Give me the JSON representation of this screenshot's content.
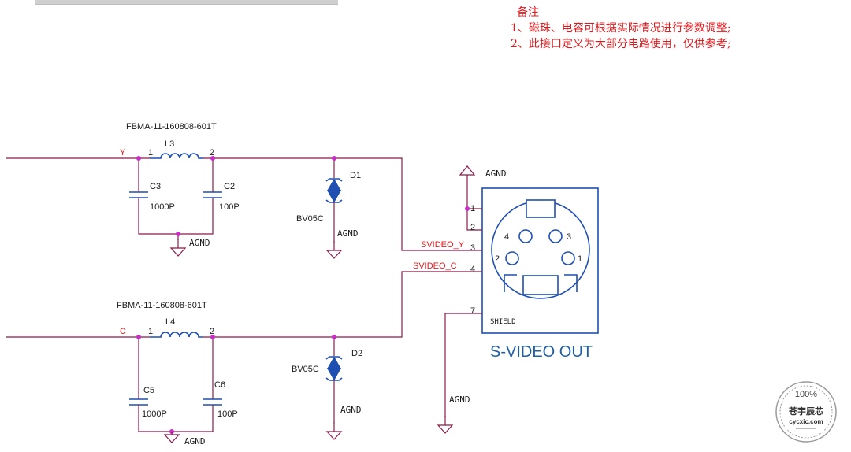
{
  "notes": {
    "title": "备注",
    "line1": "1、磁珠、电容可根据实际情况进行参数调整;",
    "line2": "2、此接口定义为大部分电路使用，仅供参考;"
  },
  "top": {
    "net": "Y",
    "bead_part": "FBMA-11-160808-601T",
    "inductor": "L3",
    "pin1": "1",
    "pin2": "2",
    "cap_a_ref": "C3",
    "cap_a_val": "1000P",
    "cap_b_ref": "C2",
    "cap_b_val": "100P",
    "diode_ref": "D1",
    "diode_val": "BV05C",
    "gnd_caps": "AGND",
    "gnd_diode": "AGND"
  },
  "bottom": {
    "net": "C",
    "bead_part": "FBMA-11-160808-601T",
    "inductor": "L4",
    "pin1": "1",
    "pin2": "2",
    "cap_a_ref": "C5",
    "cap_a_val": "1000P",
    "cap_b_ref": "C6",
    "cap_b_val": "100P",
    "diode_ref": "D2",
    "diode_val": "BV05C",
    "gnd_caps": "AGND",
    "gnd_diode": "AGND"
  },
  "connector": {
    "title": "S-VIDEO OUT",
    "net_y": "SVIDEO_Y",
    "net_c": "SVIDEO_C",
    "shield_label": "SHIELD",
    "pin1": "1",
    "pin2": "2",
    "pin3": "3",
    "pin4": "4",
    "pin7": "7",
    "hole1": "1",
    "hole2": "2",
    "hole3": "3",
    "hole4": "4",
    "gnd_top": "AGND",
    "gnd_shield": "AGND"
  },
  "stamp": {
    "percent": "100%",
    "name": "苍宇辰芯",
    "site": "cycxic.com"
  },
  "colors": {
    "wire": "#8b1a4a",
    "component": "#1f4fb0",
    "note_text": "#e0191c",
    "junction": "#c62fc6",
    "title": "#1f5fa8"
  }
}
